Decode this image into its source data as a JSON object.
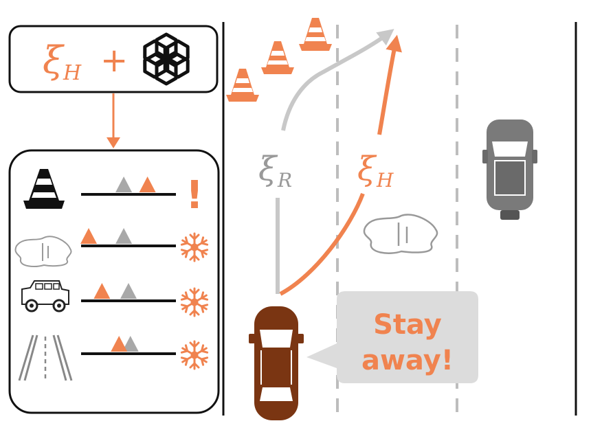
{
  "colors": {
    "accent": "#f0834f",
    "human_path": "#f0834f",
    "robot_path": "#c8c8c8",
    "gray_marker": "#a8a8a8",
    "car_ego": "#7a3512",
    "car_other": "#7a7a7a",
    "bubble_bg": "#dcdcdc",
    "line": "#111111"
  },
  "top_box": {
    "xi_letter": "ξ",
    "xi_sub": "H",
    "plus": "+",
    "logo_icon": "openai-logo-icon"
  },
  "legend_rows": [
    {
      "icon": "traffic-cone-icon",
      "gray_pos": 0.45,
      "orange_pos": 0.7,
      "status_icon": "exclamation-icon",
      "status_text": "!"
    },
    {
      "icon": "puddle-icon",
      "gray_pos": 0.45,
      "orange_pos": 0.08,
      "status_icon": "snowflake-icon"
    },
    {
      "icon": "jeep-icon",
      "gray_pos": 0.5,
      "orange_pos": 0.22,
      "status_icon": "snowflake-icon"
    },
    {
      "icon": "road-lanes-icon",
      "gray_pos": 0.52,
      "orange_pos": 0.4,
      "status_icon": "snowflake-icon"
    }
  ],
  "scene": {
    "robot_label_letter": "ξ",
    "robot_label_sub": "R",
    "human_label_letter": "ξ",
    "human_label_sub": "H",
    "speech": [
      "Stay",
      "away!"
    ]
  }
}
